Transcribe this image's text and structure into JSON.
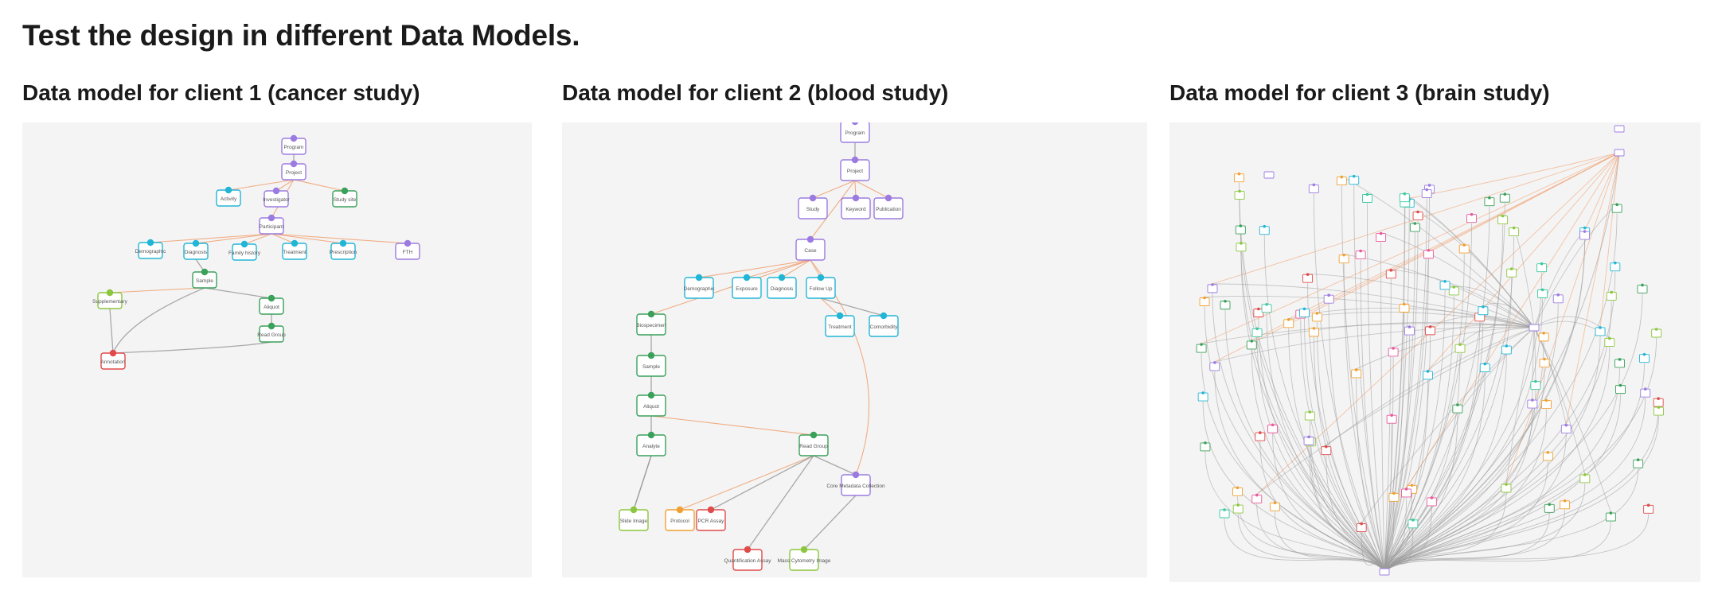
{
  "page": {
    "title": "Test the design in different Data Models."
  },
  "panels": [
    {
      "heading": "Data model for client 1 (cancer study)",
      "nodes": [
        {
          "label": "Program",
          "type": "admin"
        },
        {
          "label": "Project",
          "type": "admin"
        },
        {
          "label": "Activity",
          "type": "clinical"
        },
        {
          "label": "Investigator",
          "type": "admin"
        },
        {
          "label": "Study site",
          "type": "bio"
        },
        {
          "label": "Participant",
          "type": "admin"
        },
        {
          "label": "Demographic",
          "type": "clinical"
        },
        {
          "label": "Diagnosis",
          "type": "clinical"
        },
        {
          "label": "Family history",
          "type": "clinical"
        },
        {
          "label": "Treatment",
          "type": "clinical"
        },
        {
          "label": "Prescription",
          "type": "clinical"
        },
        {
          "label": "FTH",
          "type": "admin"
        },
        {
          "label": "Sample",
          "type": "bio"
        },
        {
          "label": "Aliquot",
          "type": "bio"
        },
        {
          "label": "Read Group",
          "type": "bio"
        },
        {
          "label": "Supplementary",
          "type": "data"
        },
        {
          "label": "Annotation",
          "type": "notation"
        }
      ]
    },
    {
      "heading": "Data model for client 2 (blood study)",
      "nodes": [
        {
          "label": "Program",
          "type": "admin"
        },
        {
          "label": "Project",
          "type": "admin"
        },
        {
          "label": "Study",
          "type": "admin"
        },
        {
          "label": "Keyword",
          "type": "admin"
        },
        {
          "label": "Publication",
          "type": "admin"
        },
        {
          "label": "Case",
          "type": "admin"
        },
        {
          "label": "Demographic",
          "type": "clinical"
        },
        {
          "label": "Exposure",
          "type": "clinical"
        },
        {
          "label": "Diagnosis",
          "type": "clinical"
        },
        {
          "label": "Follow Up",
          "type": "clinical"
        },
        {
          "label": "Treatment",
          "type": "clinical"
        },
        {
          "label": "Comorbidity",
          "type": "clinical"
        },
        {
          "label": "Biospecimen",
          "type": "bio"
        },
        {
          "label": "Sample",
          "type": "bio"
        },
        {
          "label": "Aliquot",
          "type": "bio"
        },
        {
          "label": "Analyte",
          "type": "bio"
        },
        {
          "label": "Read Group",
          "type": "bio"
        },
        {
          "label": "Core Metadata Collection",
          "type": "admin"
        },
        {
          "label": "Slide Image",
          "type": "data"
        },
        {
          "label": "Protocol",
          "type": "analysis"
        },
        {
          "label": "PCR Assay",
          "type": "notation"
        },
        {
          "label": "Mass Cytometry Image",
          "type": "data"
        },
        {
          "label": "Quantification Assay",
          "type": "notation"
        }
      ]
    },
    {
      "heading": "Data model for client 3 (brain study)",
      "nodes": []
    }
  ],
  "colors": {
    "admin": "#9c7be0",
    "clinical": "#22b5d6",
    "bio": "#3aa05a",
    "data": "#8cc63f",
    "notation": "#e04a4a",
    "analysis": "#f0a030",
    "index": "#e85a9a",
    "metadata": "#3cc8a0",
    "edge_required": "#f0a070",
    "edge_optional": "#9a9a9a",
    "panel_bg": "#f4f4f4"
  }
}
